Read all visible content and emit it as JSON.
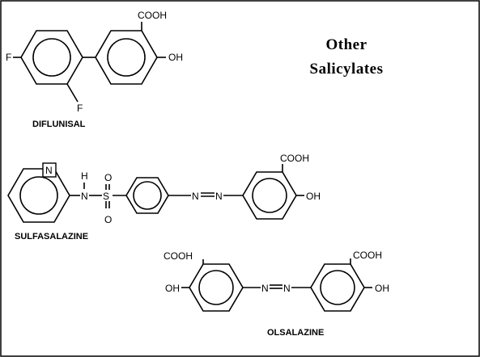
{
  "title": {
    "line1": "Other",
    "line2": "Salicylates"
  },
  "diflunisal": {
    "name": "DIFLUNISAL",
    "fluoro_left": "F",
    "fluoro_bottom": "F",
    "carboxyl": "COOH",
    "hydroxyl": "OH"
  },
  "sulfasalazine": {
    "name": "SULFASALAZINE",
    "ring_n": "N",
    "h": "H",
    "nh": "N",
    "s": "S",
    "o_top": "O",
    "o_bottom": "O",
    "azo_n1": "N",
    "azo_n2": "N",
    "carboxyl": "COOH",
    "hydroxyl": "OH"
  },
  "olsalazine": {
    "name": "OLSALAZINE",
    "carboxyl_left": "COOH",
    "hydroxyl_left": "OH",
    "azo_n1": "N",
    "azo_n2": "N",
    "carboxyl_right": "COOH",
    "hydroxyl_right": "OH"
  }
}
